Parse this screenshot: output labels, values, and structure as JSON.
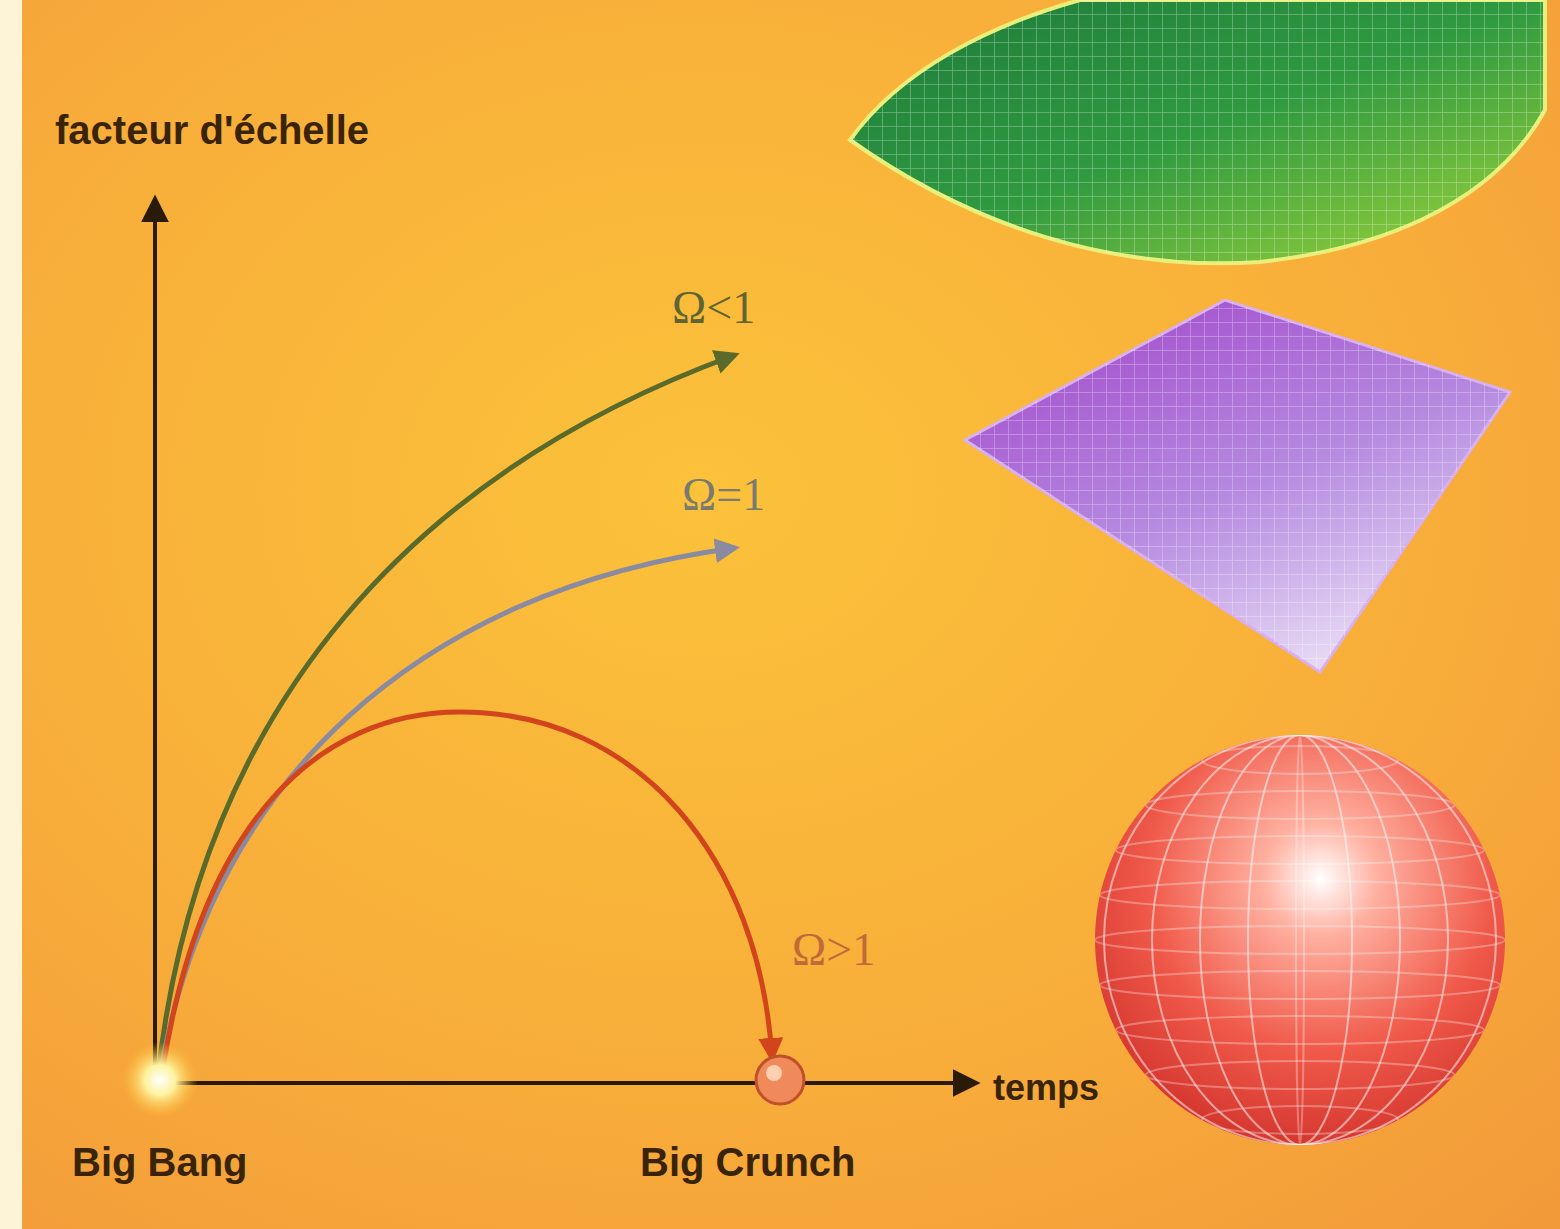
{
  "diagram": {
    "labels": [
      "facteur d'échelle",
      "Ω<1",
      "Ω=1",
      "Ω>1",
      "temps",
      "Big Bang",
      "Big Crunch"
    ]
  }
}
